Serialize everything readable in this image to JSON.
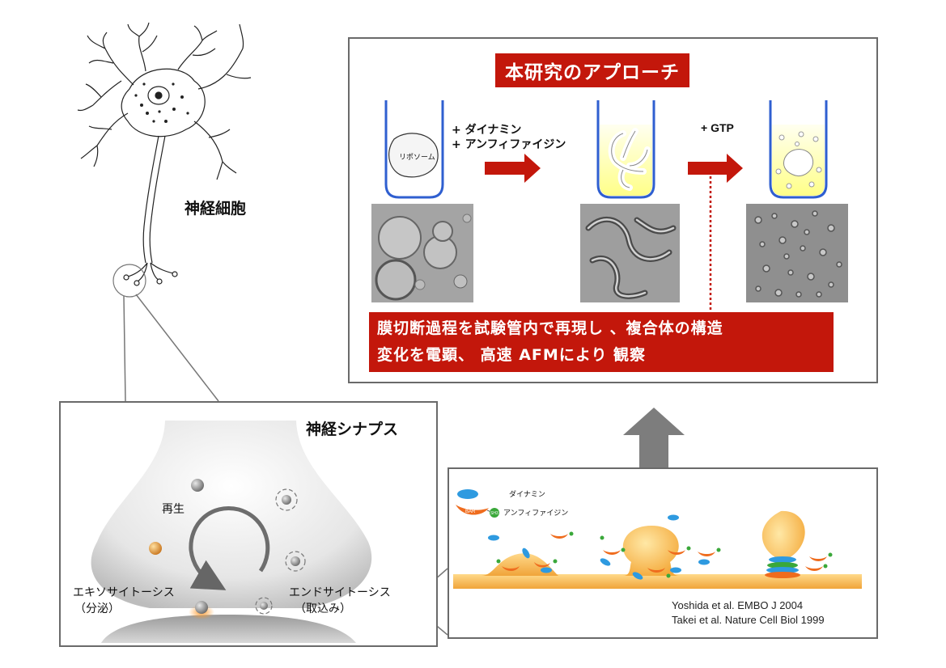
{
  "neuron": {
    "label": "神経細胞"
  },
  "synapse": {
    "title": "神経シナプス",
    "recycle_label": "再生",
    "exocytosis_label": "エキソサイトーシス",
    "exocytosis_sub": "（分泌）",
    "endocytosis_label": "エンドサイトーシス",
    "endocytosis_sub": "（取込み）"
  },
  "approach": {
    "title": "本研究のアプローチ",
    "liposome_label": "リポソーム",
    "step1_line1": "+ ダイナミン",
    "step1_line2": "+ アンフィファイジン",
    "step2": "+ GTP",
    "summary_line1": "膜切断過程を試験管内で再現し 、複合体の構造",
    "summary_line2": "変化を電顕、 高速 AFMにより 観察"
  },
  "model": {
    "legend_dynamin": "ダイナミン",
    "legend_amphiphysin": "アンフィファイジン",
    "bar_label": "BAR",
    "sh3_label": "SH3",
    "ref1": "Yoshida et al. EMBO J 2004",
    "ref2": "Takei et al. Nature Cell Biol 1999"
  },
  "colors": {
    "red": "#c3170b",
    "panel_border": "#6a6a6a",
    "tube_blue": "#2f5fd0",
    "tube_yellow": "#ffff9a",
    "membrane_orange": "#f7b34a",
    "dynamin_blue": "#2e9ae0",
    "amphiphysin_orange": "#ef6c1e",
    "sh3_green": "#3aa83a"
  }
}
